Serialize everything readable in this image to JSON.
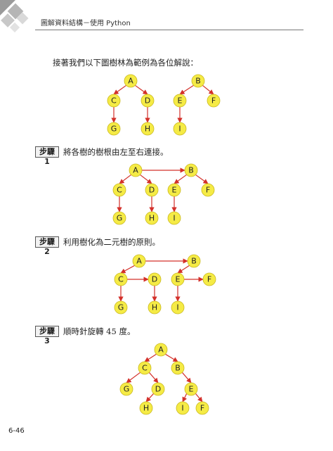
{
  "header": {
    "title": "圖解資料結構－使用 Python"
  },
  "intro_text": "接著我們以下圖樹林為範例為各位解說：",
  "steps": [
    {
      "label": "步驟 1",
      "text": "將各樹的樹根由左至右連接。"
    },
    {
      "label": "步驟 2",
      "text": "利用樹化為二元樹的原則。"
    },
    {
      "label": "步驟 3",
      "text": "順時針旋轉 45 度。"
    }
  ],
  "footer": {
    "page_number": "6-46"
  },
  "colors": {
    "node_fill": "#f5eb45",
    "edge": "#d3302a"
  },
  "diagrams": [
    {
      "name": "forest",
      "nodes": [
        "A",
        "B",
        "C",
        "D",
        "E",
        "F",
        "G",
        "H",
        "I"
      ],
      "edges": [
        [
          "A",
          "C"
        ],
        [
          "A",
          "D"
        ],
        [
          "C",
          "G"
        ],
        [
          "D",
          "H"
        ],
        [
          "B",
          "E"
        ],
        [
          "B",
          "F"
        ],
        [
          "E",
          "I"
        ]
      ]
    },
    {
      "name": "step1",
      "nodes": [
        "A",
        "B",
        "C",
        "D",
        "E",
        "F",
        "G",
        "H",
        "I"
      ],
      "edges": [
        [
          "A",
          "B"
        ],
        [
          "A",
          "C"
        ],
        [
          "A",
          "D"
        ],
        [
          "C",
          "G"
        ],
        [
          "D",
          "H"
        ],
        [
          "B",
          "E"
        ],
        [
          "B",
          "F"
        ],
        [
          "E",
          "I"
        ]
      ]
    },
    {
      "name": "step2",
      "nodes": [
        "A",
        "B",
        "C",
        "D",
        "E",
        "F",
        "G",
        "H",
        "I"
      ],
      "edges": [
        [
          "A",
          "B"
        ],
        [
          "A",
          "C"
        ],
        [
          "C",
          "D"
        ],
        [
          "C",
          "G"
        ],
        [
          "D",
          "H"
        ],
        [
          "B",
          "E"
        ],
        [
          "E",
          "F"
        ],
        [
          "E",
          "I"
        ]
      ]
    },
    {
      "name": "step3",
      "nodes": [
        "A",
        "B",
        "C",
        "D",
        "E",
        "F",
        "G",
        "H",
        "I"
      ],
      "edges": [
        [
          "A",
          "C"
        ],
        [
          "A",
          "B"
        ],
        [
          "C",
          "G"
        ],
        [
          "C",
          "D"
        ],
        [
          "D",
          "H"
        ],
        [
          "B",
          "E"
        ],
        [
          "E",
          "I"
        ],
        [
          "E",
          "F"
        ]
      ]
    }
  ]
}
